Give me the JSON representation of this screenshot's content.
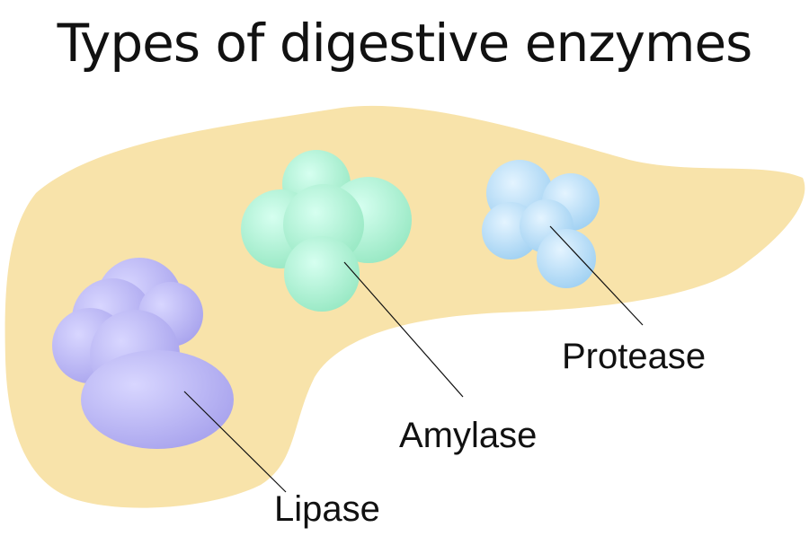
{
  "title": "Types of digestive enzymes",
  "labels": {
    "lipase": "Lipase",
    "amylase": "Amylase",
    "protease": "Protease"
  },
  "colors": {
    "organ": "#f8e3aa",
    "lipase": "#b9b5f5",
    "amylase": "#a8f0cf",
    "protease": "#b2dcf6"
  }
}
